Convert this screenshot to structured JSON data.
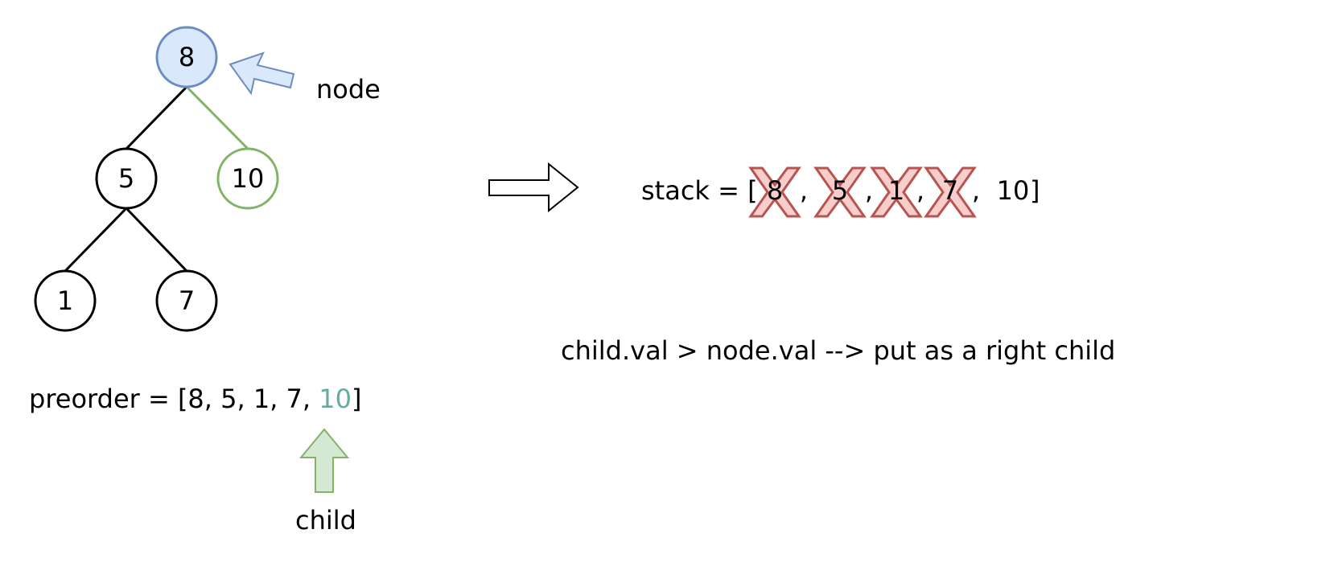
{
  "tree": {
    "nodes": [
      {
        "id": "n8",
        "label": "8",
        "state": "current-node"
      },
      {
        "id": "n5",
        "label": "5",
        "state": "normal"
      },
      {
        "id": "n10",
        "label": "10",
        "state": "new-child"
      },
      {
        "id": "n1",
        "label": "1",
        "state": "normal"
      },
      {
        "id": "n7",
        "label": "7",
        "state": "normal"
      }
    ],
    "edges": [
      {
        "from": "n8",
        "to": "n5",
        "state": "normal"
      },
      {
        "from": "n8",
        "to": "n10",
        "state": "new-child"
      },
      {
        "from": "n5",
        "to": "n1",
        "state": "normal"
      },
      {
        "from": "n5",
        "to": "n7",
        "state": "normal"
      }
    ]
  },
  "labels": {
    "node": "node",
    "child": "child",
    "rule": "child.val > node.val --> put as a right child"
  },
  "preorder": {
    "prefix": "preorder = [8, 5, 1, 7, ",
    "highlight": "10",
    "suffix": "]"
  },
  "stack": {
    "prefix": "stack = [",
    "items": [
      {
        "value": "8",
        "popped": true
      },
      {
        "value": "5",
        "popped": true
      },
      {
        "value": "1",
        "popped": true
      },
      {
        "value": "7",
        "popped": true
      },
      {
        "value": "10",
        "popped": false
      }
    ],
    "suffix": "]"
  },
  "colors": {
    "current_fill": "#dae8fc",
    "current_stroke": "#6c8ebf",
    "child_fill": "#d5e8d4",
    "child_stroke": "#82b366",
    "highlight_text": "#67ab9f",
    "cross_fill": "#f8cecc",
    "cross_stroke": "#b85450"
  },
  "icons": {
    "node_pointer": "arrow-left-icon",
    "child_pointer": "arrow-up-icon",
    "transition": "arrow-right-icon",
    "pop_mark": "cross-icon"
  }
}
